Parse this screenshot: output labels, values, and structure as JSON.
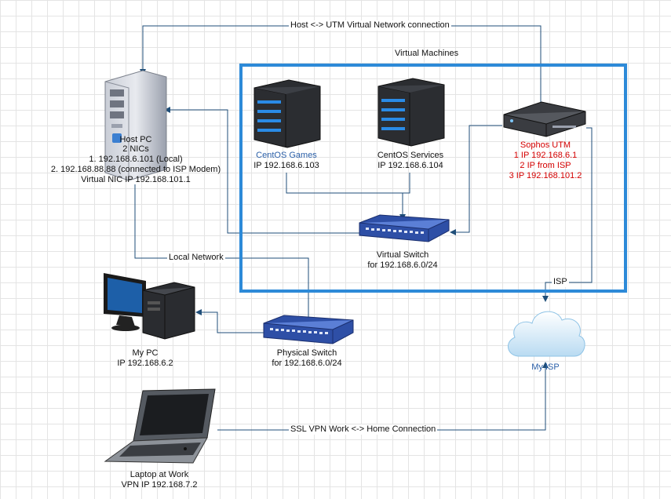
{
  "labels": {
    "host_utm_connection": "Host <-> UTM Virtual Network connection",
    "virtual_machines": "Virtual Machines",
    "local_network": "Local Network",
    "isp": "ISP",
    "ssl_vpn": "SSL VPN Work <-> Home Connection"
  },
  "host_pc": {
    "title": "Host PC",
    "line1": "2 NICs",
    "line2": "1. 192.168.6.101 (Local)",
    "line3": "2. 192.168.88.88 (connected to ISP Modem)",
    "line4": "Virtual NIC IP 192.168.101.1"
  },
  "centos_games": {
    "title": "CentOS Games",
    "ip": "IP 192.168.6.103"
  },
  "centos_services": {
    "title": "CentOS Services",
    "ip": "IP 192.168.6.104"
  },
  "sophos": {
    "title": "Sophos UTM",
    "line1": "1 IP 192.168.6.1",
    "line2": "2 IP from ISP",
    "line3": "3 IP 192.168.101.2"
  },
  "virtual_switch": {
    "title": "Virtual Switch",
    "subnet": "for 192.168.6.0/24"
  },
  "physical_switch": {
    "title": "Physical Switch",
    "subnet": "for 192.168.6.0/24"
  },
  "my_pc": {
    "title": "My PC",
    "ip": "IP 192.168.6.2"
  },
  "my_isp": {
    "title": "My ISP"
  },
  "laptop": {
    "title": "Laptop at Work",
    "ip": "VPN IP 192.168.7.2"
  },
  "colors": {
    "vm_box_border": "#2d8ad8",
    "connector": "#1f4e79",
    "sophos_text": "#d40000",
    "centos_text": "#2a5fa8"
  }
}
